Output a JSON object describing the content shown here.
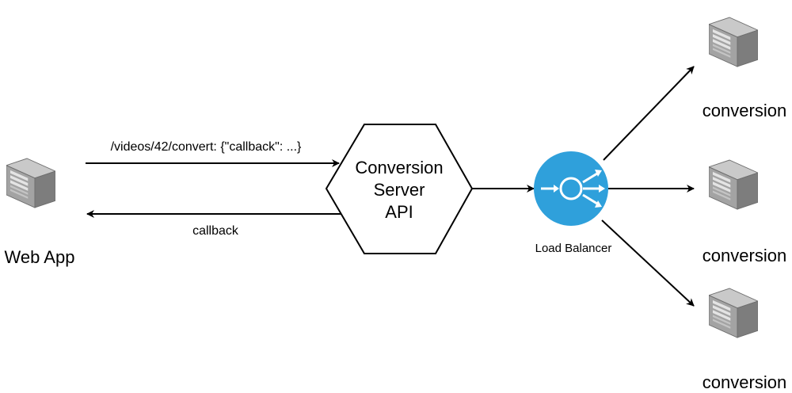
{
  "web_app": {
    "label": "Web App",
    "icon": "server-icon"
  },
  "request_edge": {
    "label": "/videos/42/convert: {\"callback\": ...}"
  },
  "callback_edge": {
    "label": "callback"
  },
  "api": {
    "line1": "Conversion",
    "line2": "Server",
    "line3": "API"
  },
  "load_balancer": {
    "label": "Load Balancer",
    "icon": "load-balancer-icon",
    "color": "#2FA0DB"
  },
  "workers": [
    {
      "label": "conversion",
      "icon": "server-icon"
    },
    {
      "label": "conversion",
      "icon": "server-icon"
    },
    {
      "label": "conversion",
      "icon": "server-icon"
    }
  ],
  "colors": {
    "server_front": "#9E9E9E",
    "server_side": "#7A7A7A",
    "server_top": "#C9C9C9",
    "edge": "#000000"
  }
}
